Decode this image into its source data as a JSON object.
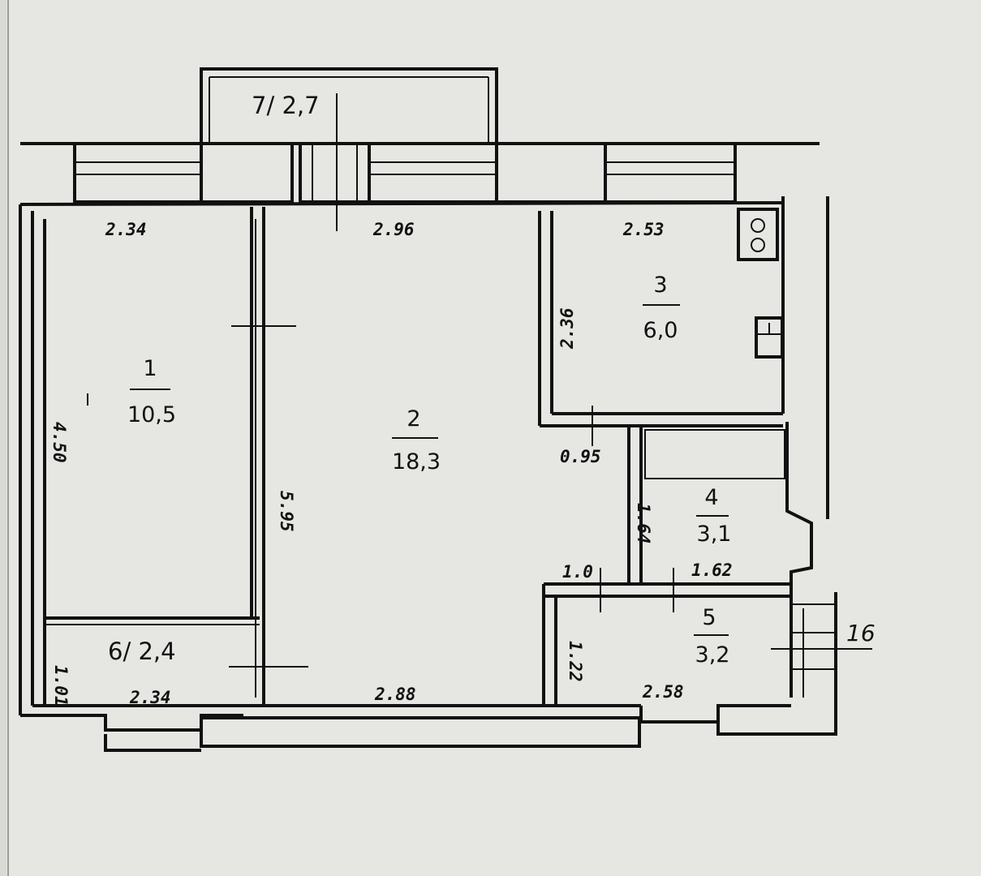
{
  "rooms": [
    {
      "id": "1",
      "number": "1",
      "area": "10,5"
    },
    {
      "id": "2",
      "number": "2",
      "area": "18,3"
    },
    {
      "id": "3",
      "number": "3",
      "area": "6,0"
    },
    {
      "id": "4",
      "number": "4",
      "area": "3,1"
    },
    {
      "id": "5",
      "number": "5",
      "area": "3,2"
    }
  ],
  "balcony_label": "7/ 2,7",
  "storage_label": "6/ 2,4",
  "section_label": "16",
  "dimensions": {
    "room1_width_top": "2.34",
    "room2_width_top": "2.96",
    "room3_width_top": "2.53",
    "room3_depth": "2.36",
    "room1_depth": "4.50",
    "room2_depth": "5.95",
    "corridor_width": "0.95",
    "room4_depth": "1.64",
    "room4_width": "1.62",
    "room5_gap": "1.0",
    "room5_depth": "1.22",
    "room6_depth": "1.01",
    "room6_width": "2.34",
    "room2_width_bottom": "2.88",
    "room5_width": "2.58"
  },
  "colors": {
    "paper": "#e6e6e3",
    "ink": "#111111"
  }
}
